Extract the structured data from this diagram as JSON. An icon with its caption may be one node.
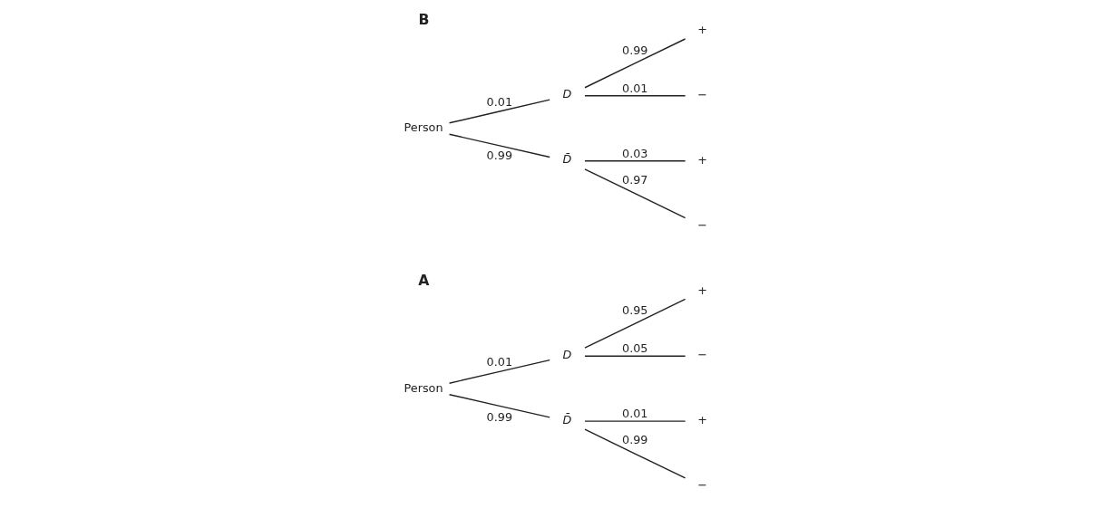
{
  "diagram": {
    "nodes": [
      {
        "text": [
          "Person"
        ]
      },
      {
        "text": [
          "D"
        ]
      },
      {
        "text": [
          "D̄"
        ]
      },
      {
        "text": [
          "+"
        ]
      },
      {
        "text": [
          "−"
        ]
      },
      {
        "text": [
          "+"
        ]
      },
      {
        "text": [
          "−"
        ]
      },
      {
        "text": [
          "Person"
        ]
      },
      {
        "text": [
          "D"
        ]
      },
      {
        "text": [
          "D̄"
        ]
      },
      {
        "text": [
          "+"
        ]
      },
      {
        "text": [
          "−"
        ]
      },
      {
        "text": [
          "+"
        ]
      },
      {
        "text": [
          "−"
        ]
      }
    ],
    "edges": [
      {
        "from": 0,
        "to": 1,
        "arrow": "none",
        "label": "0.01"
      },
      {
        "from": 0,
        "to": 2,
        "arrow": "none",
        "label": "0.99"
      },
      {
        "from": 1,
        "to": 3,
        "arrow": "none",
        "label": "0.95"
      },
      {
        "from": 1,
        "to": 4,
        "arrow": "none",
        "label": "0.05"
      },
      {
        "from": 2,
        "to": 5,
        "arrow": "none",
        "label": "0.01"
      },
      {
        "from": 2,
        "to": 6,
        "arrow": "none",
        "label": "0.99"
      },
      {
        "from": 7,
        "to": 8,
        "arrow": "none",
        "label": "0.01"
      },
      {
        "from": 7,
        "to": 9,
        "arrow": "none",
        "label": "0.99"
      },
      {
        "from": 8,
        "to": 10,
        "arrow": "none",
        "label": "0.99"
      },
      {
        "from": 8,
        "to": 11,
        "arrow": "none",
        "label": "0.01"
      },
      {
        "from": 9,
        "to": 12,
        "arrow": "none",
        "label": "0.03"
      },
      {
        "from": 9,
        "to": 13,
        "arrow": "none",
        "label": "0.97"
      }
    ],
    "labels": [
      "A",
      "B"
    ]
  }
}
